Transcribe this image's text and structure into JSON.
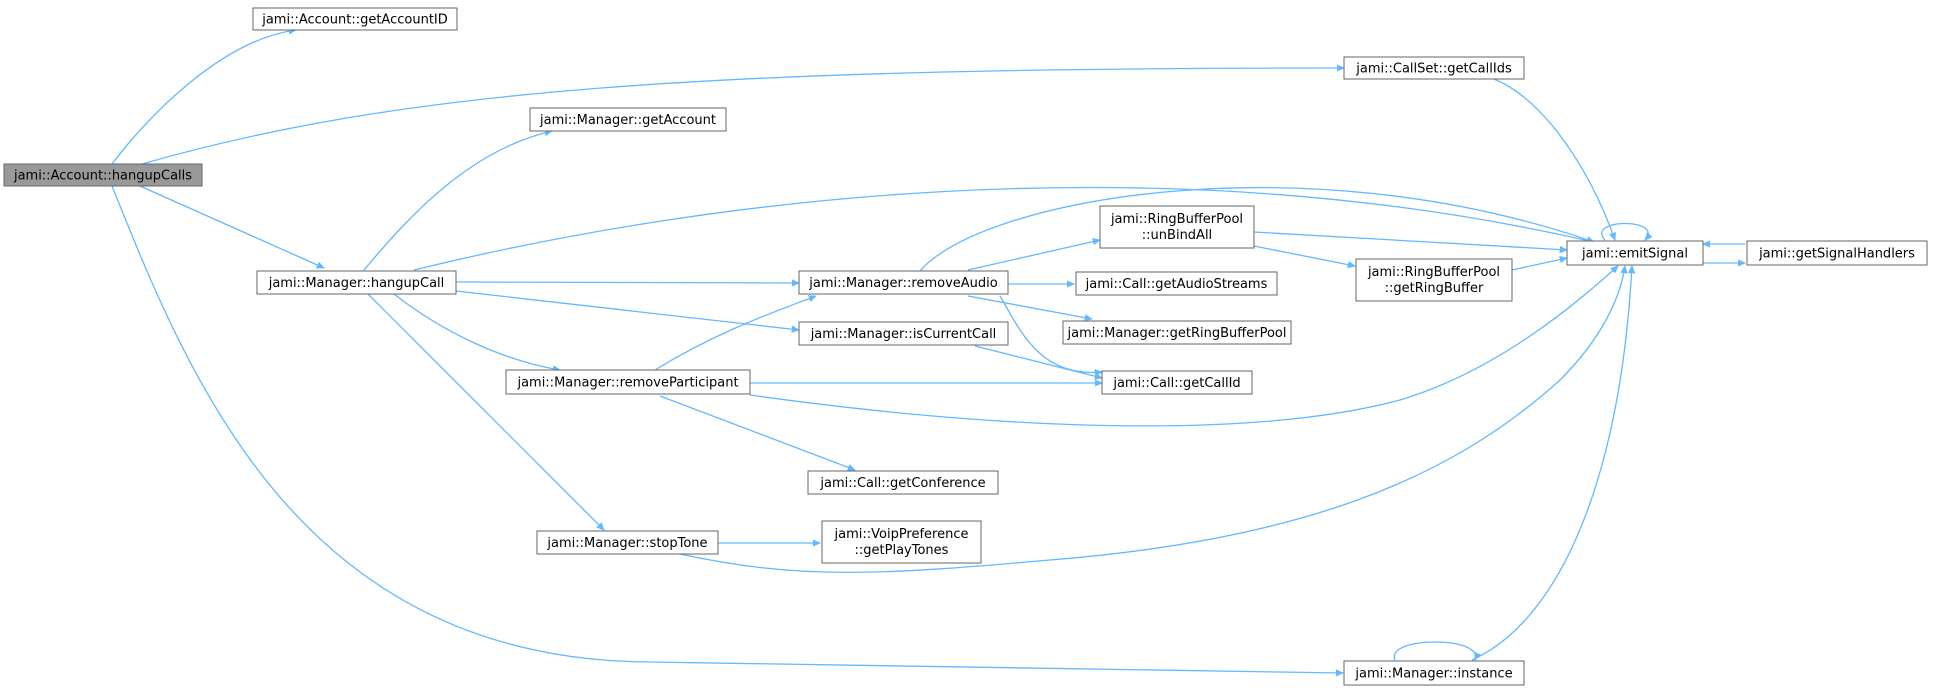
{
  "graph": {
    "nodes": {
      "hangupCalls": "jami::Account::hangupCalls",
      "getAccountID": "jami::Account::getAccountID",
      "getCallIds": "jami::CallSet::getCallIds",
      "getAccount": "jami::Manager::getAccount",
      "hangupCall": "jami::Manager::hangupCall",
      "unBindAll_1": "jami::RingBufferPool",
      "unBindAll_2": "::unBindAll",
      "removeAudio": "jami::Manager::removeAudio",
      "getAudioStreams": "jami::Call::getAudioStreams",
      "getRingBuffer_1": "jami::RingBufferPool",
      "getRingBuffer_2": "::getRingBuffer",
      "emitSignal": "jami::emitSignal",
      "getSignalHandlers": "jami::getSignalHandlers",
      "isCurrentCall": "jami::Manager::isCurrentCall",
      "getRingBufferPool": "jami::Manager::getRingBufferPool",
      "removeParticipant": "jami::Manager::removeParticipant",
      "getCallId": "jami::Call::getCallId",
      "getConference": "jami::Call::getConference",
      "stopTone": "jami::Manager::stopTone",
      "getPlayTones_1": "jami::VoipPreference",
      "getPlayTones_2": "::getPlayTones",
      "instance": "jami::Manager::instance"
    }
  }
}
